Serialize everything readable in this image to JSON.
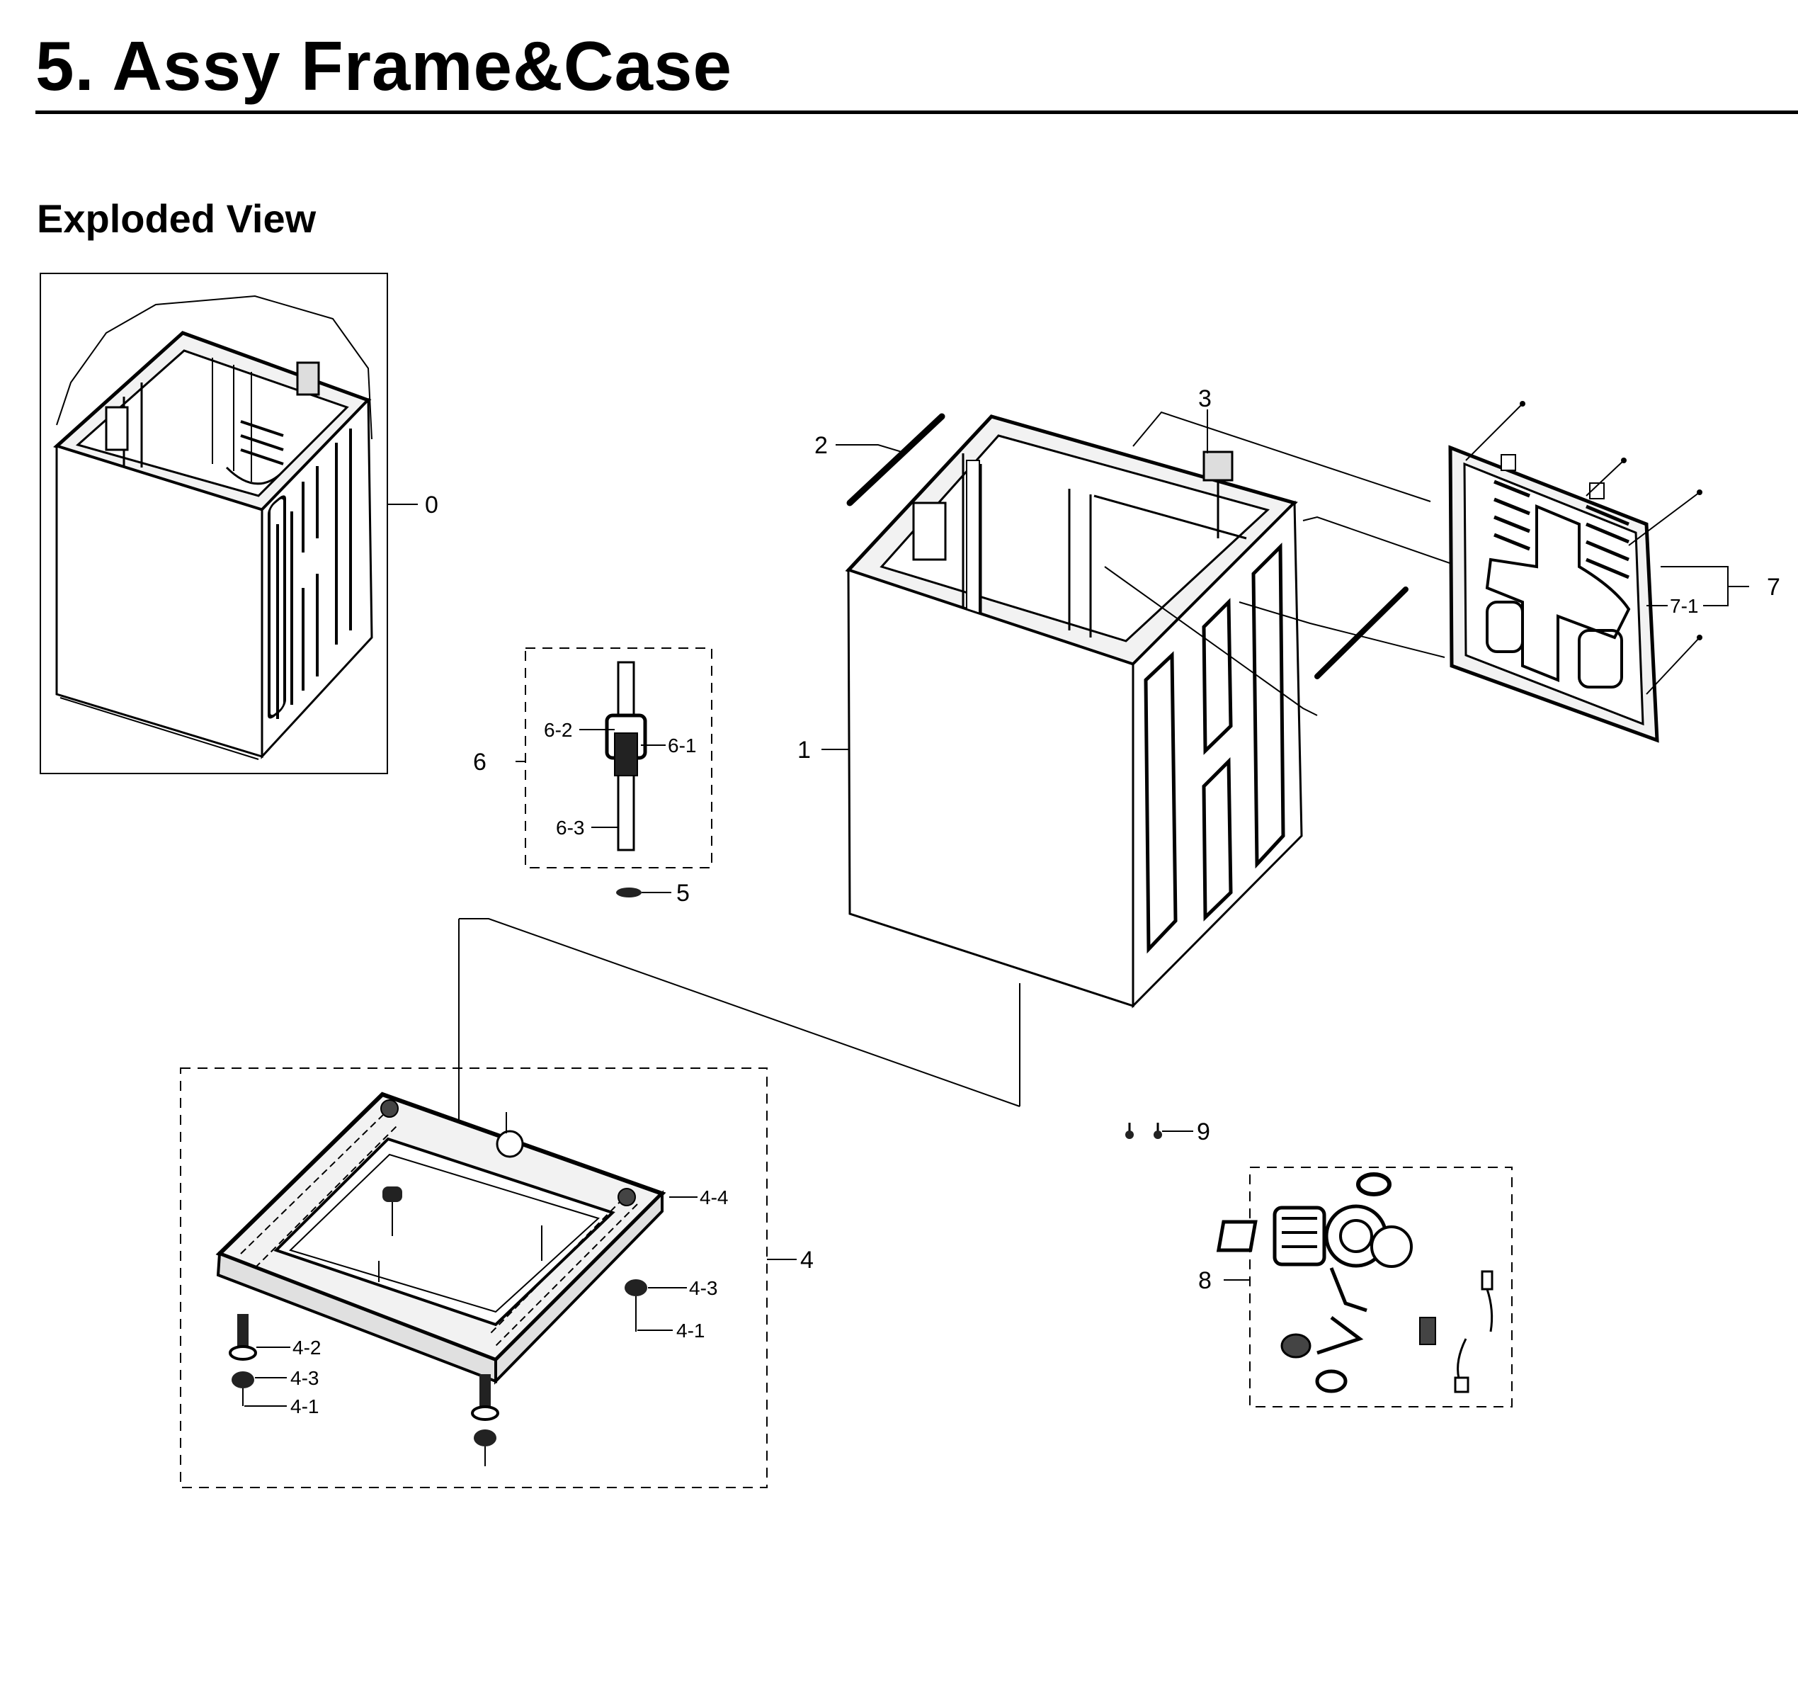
{
  "page": {
    "title": "5.  Assy Frame&Case",
    "section": "Exploded View"
  },
  "callouts": {
    "c0": "0",
    "c1": "1",
    "c2": "2",
    "c3": "3",
    "c4": "4",
    "c4_1a": "4-1",
    "c4_1b": "4-1",
    "c4_2": "4-2",
    "c4_3a": "4-3",
    "c4_3b": "4-3",
    "c4_4": "4-4",
    "c5": "5",
    "c6": "6",
    "c6_1": "6-1",
    "c6_2": "6-2",
    "c6_3": "6-3",
    "c7": "7",
    "c7_1": "7-1",
    "c8": "8",
    "c9": "9"
  }
}
